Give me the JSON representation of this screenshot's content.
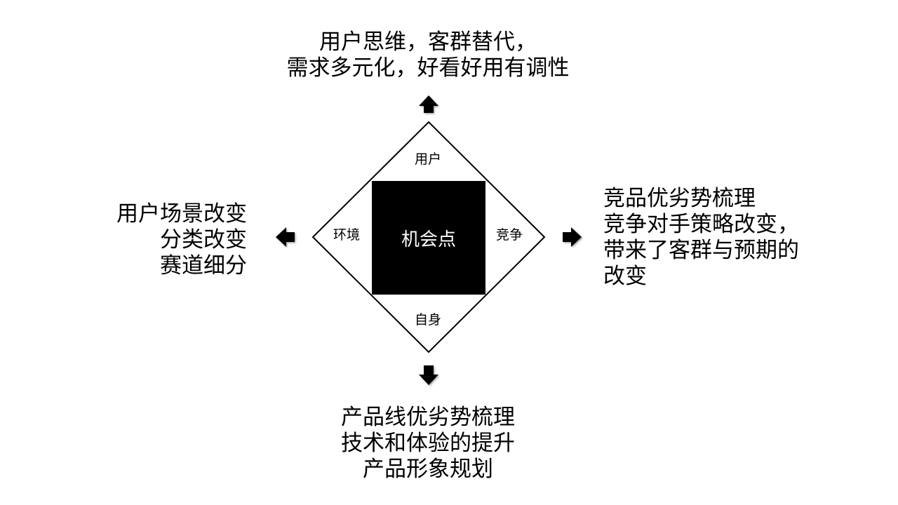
{
  "diagram": {
    "center": "机会点",
    "corners": {
      "top": "用户",
      "right": "竞争",
      "bottom": "自身",
      "left": "环境"
    },
    "top_text": [
      "用户思维，客群替代，",
      "需求多元化，好看好用有调性"
    ],
    "left_text": [
      "用户场景改变",
      "分类改变",
      "赛道细分"
    ],
    "right_text": [
      "竞品优劣势梳理",
      "竞争对手策略改变，",
      "带来了客群与预期的",
      "改变"
    ],
    "bottom_text": [
      "产品线优劣势梳理",
      "技术和体验的提升",
      "产品形象规划"
    ]
  },
  "colors": {
    "center_fill": "#000000",
    "center_text": "#ffffff",
    "arrow_fill": "#000000",
    "line": "#000000"
  },
  "icons": {
    "up": "arrow-up-icon",
    "down": "arrow-down-icon",
    "left": "arrow-left-icon",
    "right": "arrow-right-icon"
  }
}
